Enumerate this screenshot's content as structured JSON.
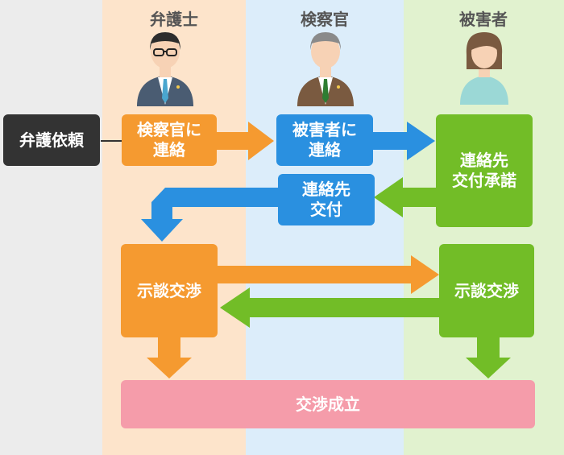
{
  "lanes": {
    "lawyer": "弁護士",
    "prosecutor": "検察官",
    "victim": "被害者"
  },
  "boxes": {
    "request": "弁護依頼",
    "contact_prosecutor": "検察官に\n連絡",
    "contact_victim": "被害者に\n連絡",
    "victim_consent": "連絡先\n交付承諾",
    "deliver_contact": "連絡先\n交付",
    "negotiation_lawyer": "示談交渉",
    "negotiation_victim": "示談交渉",
    "settlement": "交渉成立"
  },
  "colors": {
    "lawyer": "#f59a30",
    "prosecutor": "#2a90e0",
    "victim": "#72bd27",
    "settlement": "#f59caa"
  }
}
